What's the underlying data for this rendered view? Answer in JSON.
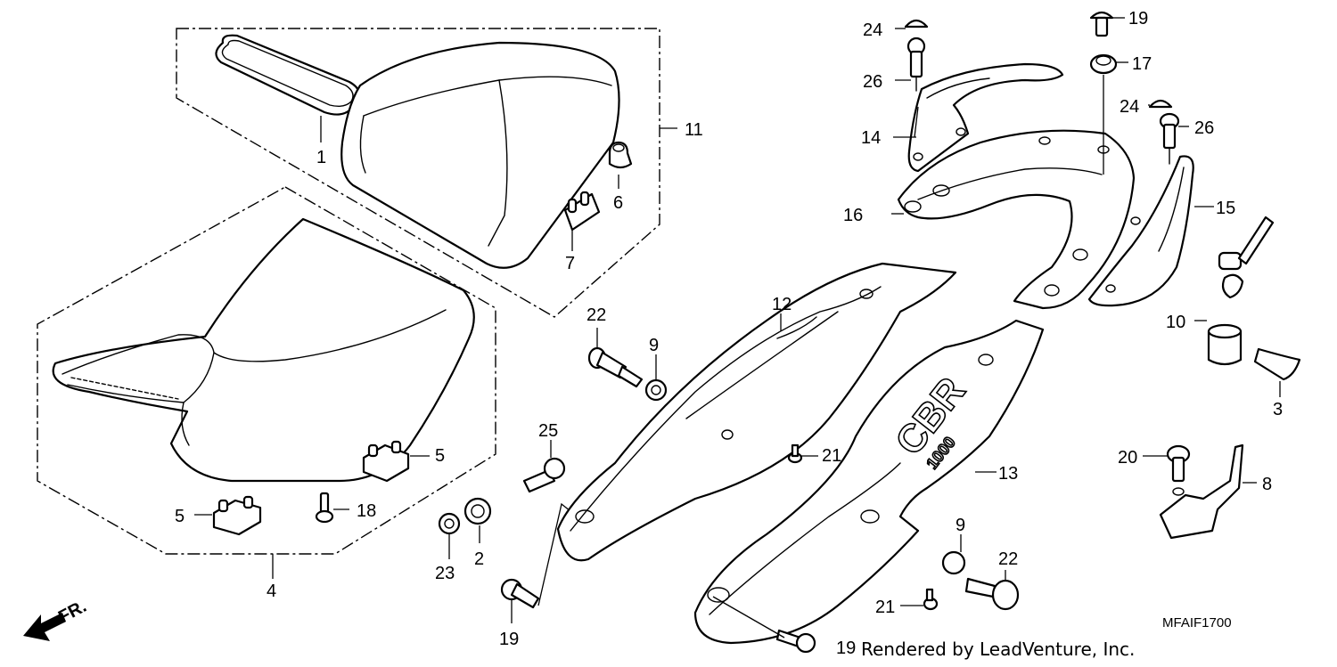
{
  "diagram_code": "MFAIF1700",
  "credit": "Rendered by LeadVenture, Inc.",
  "direction_label": "FR.",
  "emblem": {
    "text_1": "CBR",
    "text_2": "1000"
  },
  "callouts": {
    "c1": "1",
    "c2": "2",
    "c3": "3",
    "c4": "4",
    "c5a": "5",
    "c5b": "5",
    "c6": "6",
    "c7": "7",
    "c8": "8",
    "c9a": "9",
    "c9b": "9",
    "c10": "10",
    "c11": "11",
    "c12": "12",
    "c13": "13",
    "c14": "14",
    "c15": "15",
    "c16": "16",
    "c17": "17",
    "c18": "18",
    "c19a": "19",
    "c19b": "19",
    "c19c": "19",
    "c20": "20",
    "c21a": "21",
    "c21b": "21",
    "c22a": "22",
    "c22b": "22",
    "c23": "23",
    "c24a": "24",
    "c24b": "24",
    "c25": "25",
    "c26a": "26",
    "c26b": "26"
  }
}
